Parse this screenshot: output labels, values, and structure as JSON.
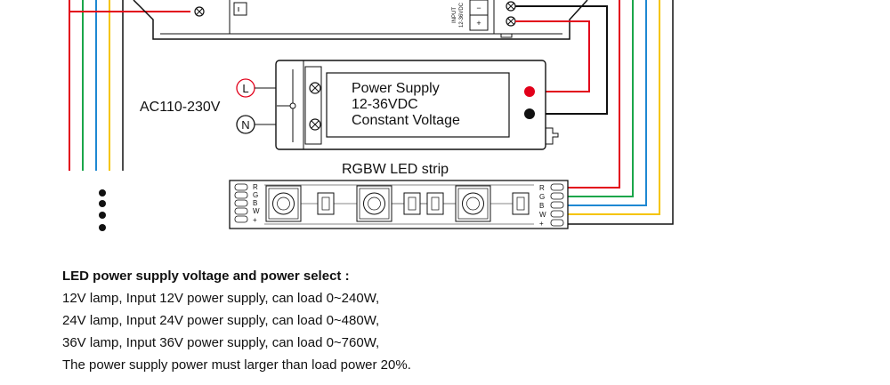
{
  "diagram": {
    "ac_label": "AC110-230V",
    "live_terminal": "L",
    "neutral_terminal": "N",
    "psu_label": {
      "line1": "Power Supply",
      "line2": "12-36VDC",
      "line3": "Constant Voltage"
    },
    "controller_input_label": {
      "line1": "INPUT",
      "line2": "12-36VDC"
    },
    "controller_minus": "−",
    "controller_plus": "+",
    "strip_title": "RGBW LED strip",
    "strip_pins": [
      "R",
      "G",
      "B",
      "W",
      "+"
    ],
    "wire_colors": {
      "red": "#e2001a",
      "green": "#1aa64a",
      "blue": "#1e88d2",
      "yellow": "#f5c400",
      "black": "#111111"
    }
  },
  "notes": {
    "title": "LED power supply voltage and power select :",
    "lines": [
      "12V lamp, Input 12V power supply, can load 0~240W,",
      "24V lamp, Input 24V power supply, can load 0~480W,",
      "36V lamp, Input 36V power supply, can load 0~760W,",
      "The power supply power must larger than load power 20%."
    ]
  }
}
